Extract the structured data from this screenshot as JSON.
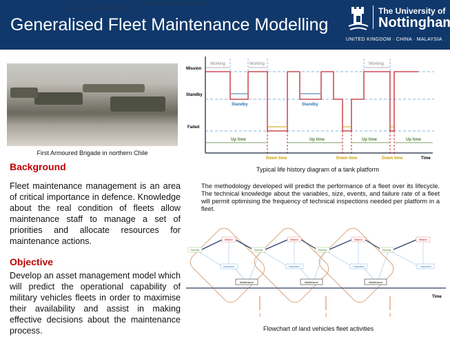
{
  "header": {
    "overflow_line1": "Systems and components",
    "overflow_line2": "of a generic military platform",
    "title": "Generalised Fleet Maintenance Modelling",
    "university_line1": "The University of",
    "university_line2": "Nottingham",
    "campuses": "UNITED KINGDOM · CHINA · MALAYSIA"
  },
  "photo": {
    "caption": "First Armoured Brigade in northern Chile"
  },
  "background": {
    "heading": "Background",
    "text": "Fleet maintenance management is an area of critical importance in defence. Knowledge about the real condition of fleets allow maintenance staff to manage a set of priorities and allocate resources for maintenance actions."
  },
  "objective": {
    "heading": "Objective",
    "text": "Develop an asset management model which will predict the operational capability of military vehicles fleets in order to maximise their availability and assist in making effective decisions about the maintenance process."
  },
  "life_diagram": {
    "caption": "Typical life history diagram of a tank platform",
    "y_states": [
      "Mission",
      "Standby",
      "Failed"
    ],
    "x_label": "Time",
    "working": "Working",
    "standby": "Standby",
    "up_time": "Up time",
    "down_time": "Down time",
    "colors": {
      "path": "#c0272d",
      "standby": "#2e75b6",
      "down": "#c9a000",
      "up": "#548235"
    }
  },
  "methodology": {
    "text": "The methodology developed will predict the performance of a fleet over its lifecycle. The technical knowledge about the variables, size, events, and failure rate of a fleet will permit optimising the frequency of technical inspections needed per platform in a fleet."
  },
  "flowchart": {
    "caption": "Flowchart of land vehicles fleet activities",
    "mission": "Mission",
    "standby": "Standby",
    "inspection": "Inspection",
    "maintenance": "Maintenance",
    "time_label": "Time",
    "stages": [
      "1",
      "2",
      "3"
    ]
  }
}
